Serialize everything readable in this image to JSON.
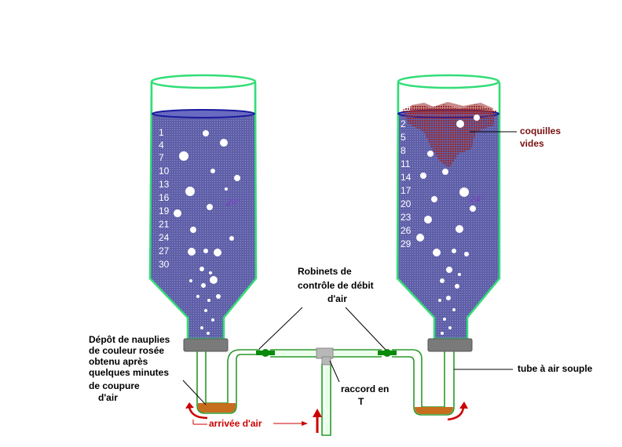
{
  "labels": {
    "depot": [
      "Dépôt de nauplies",
      "de couleur rosée",
      "obtenu après",
      "quelques minutes",
      "de coupure",
      "d'air"
    ],
    "robinets": [
      "Robinets de",
      "contrôle de débit",
      "d'air"
    ],
    "coquilles": [
      "coquilles",
      "vides"
    ],
    "tube": "tube à air souple",
    "raccord": [
      "raccord en",
      "T"
    ],
    "arrivee": "arrivée d'air"
  },
  "left_bottle": {
    "scale": [
      "1",
      "4",
      "7",
      "10",
      "13",
      "16",
      "19",
      "21",
      "24",
      "27",
      "30"
    ],
    "temperature": "24°"
  },
  "right_bottle": {
    "scale": [
      "2",
      "5",
      "8",
      "11",
      "14",
      "17",
      "20",
      "23",
      "26",
      "29"
    ],
    "temperature": "24°"
  },
  "colors": {
    "bottle_outline": "#33dd77",
    "water": "#5f5fa8",
    "water_surface": "#1a1aa0",
    "tube": "#2a9a2a",
    "cap": "#7a7a7a",
    "sediment": "#c66d1e",
    "valve": "#0a8a0a",
    "annotation_red": "#cc0000",
    "annotation_maroon": "#7a1010"
  }
}
